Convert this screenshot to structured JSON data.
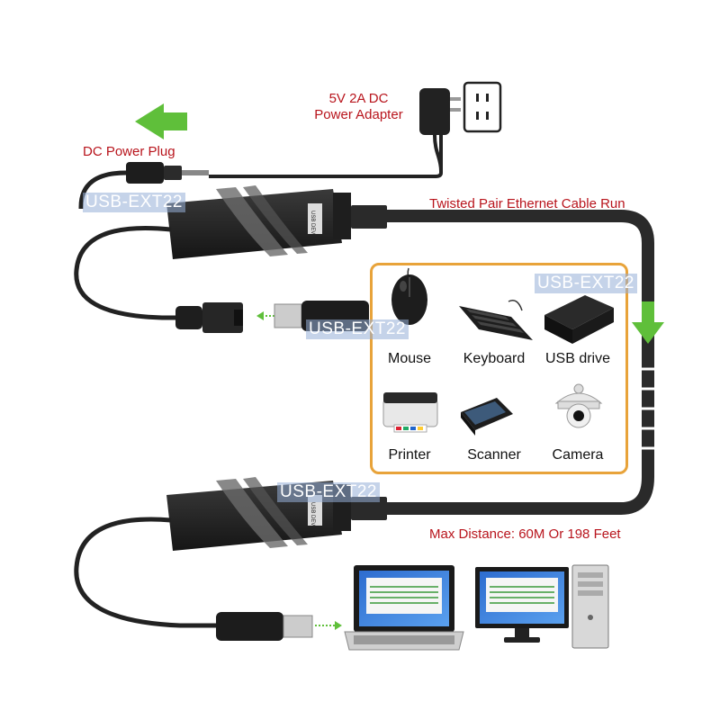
{
  "labels": {
    "power_adapter": "5V 2A DC\nPower Adapter",
    "power_adapter_line1": "5V 2A DC",
    "power_adapter_line2": "Power Adapter",
    "dc_plug": "DC Power Plug",
    "cable_run": "Twisted Pair Ethernet Cable Run",
    "max_distance": "Max Distance: 60M Or 198 Feet"
  },
  "watermark": "USB-EXT22",
  "devices": [
    {
      "name": "Mouse",
      "icon": "mouse-icon"
    },
    {
      "name": "Keyboard",
      "icon": "keyboard-icon"
    },
    {
      "name": "USB drive",
      "icon": "usb-drive-icon"
    },
    {
      "name": "Printer",
      "icon": "printer-icon"
    },
    {
      "name": "Scanner",
      "icon": "scanner-icon"
    },
    {
      "name": "Camera",
      "icon": "camera-icon"
    }
  ],
  "extender_label": "USB DEVICE",
  "colors": {
    "label_red": "#b8141c",
    "box_border": "#e8a33a",
    "arrow_green": "#5fbf3a",
    "cable": "#2a2a2a"
  }
}
